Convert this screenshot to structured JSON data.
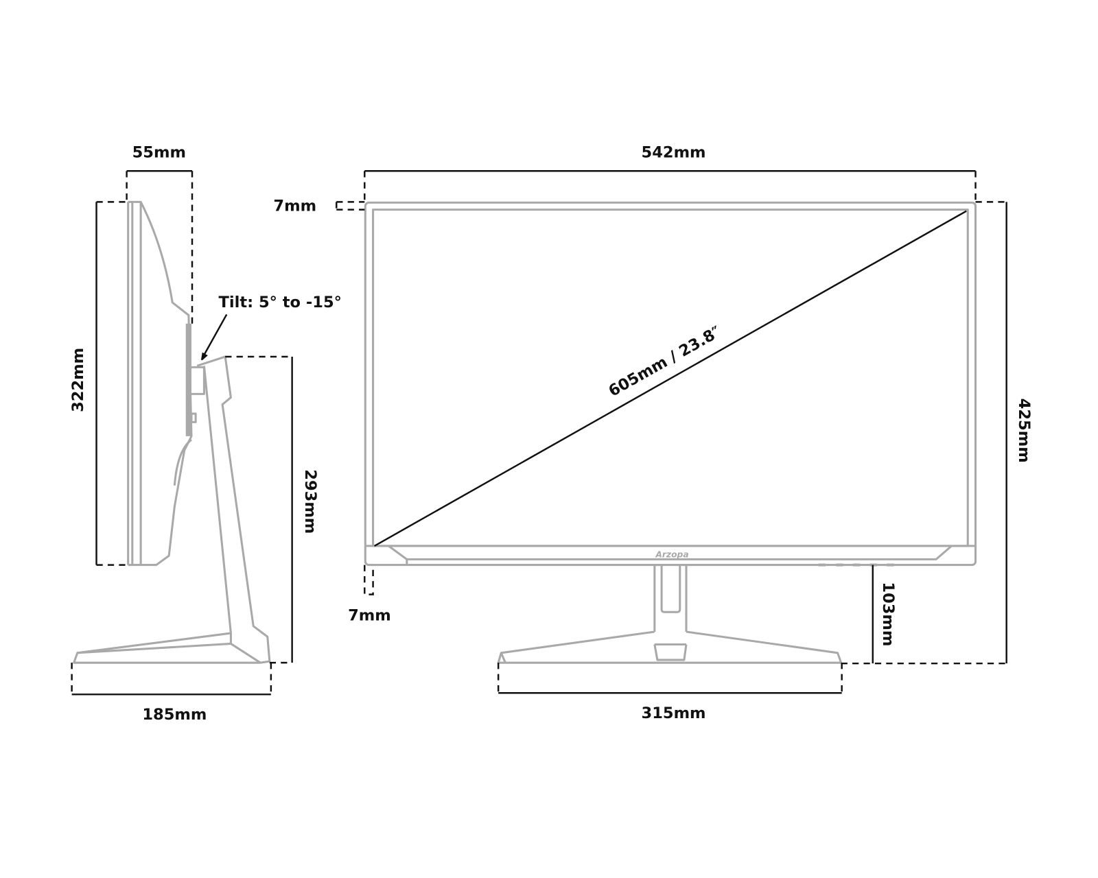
{
  "front_view": {
    "width_label": "542mm",
    "bezel_top_label": "7mm",
    "bezel_bottom_label": "7mm",
    "diagonal_label": "605mm / 23.8″",
    "total_height_label": "425mm",
    "stand_clearance_label": "103mm",
    "base_width_label": "315mm",
    "brand_logo_text": "Arzopa"
  },
  "side_view": {
    "depth_label": "55mm",
    "panel_height_label": "322mm",
    "stand_height_label": "293mm",
    "base_depth_label": "185mm",
    "tilt_label": "Tilt: 5° to -15°"
  },
  "colors": {
    "outline": "#a9a9a9",
    "dimension": "#111111"
  }
}
